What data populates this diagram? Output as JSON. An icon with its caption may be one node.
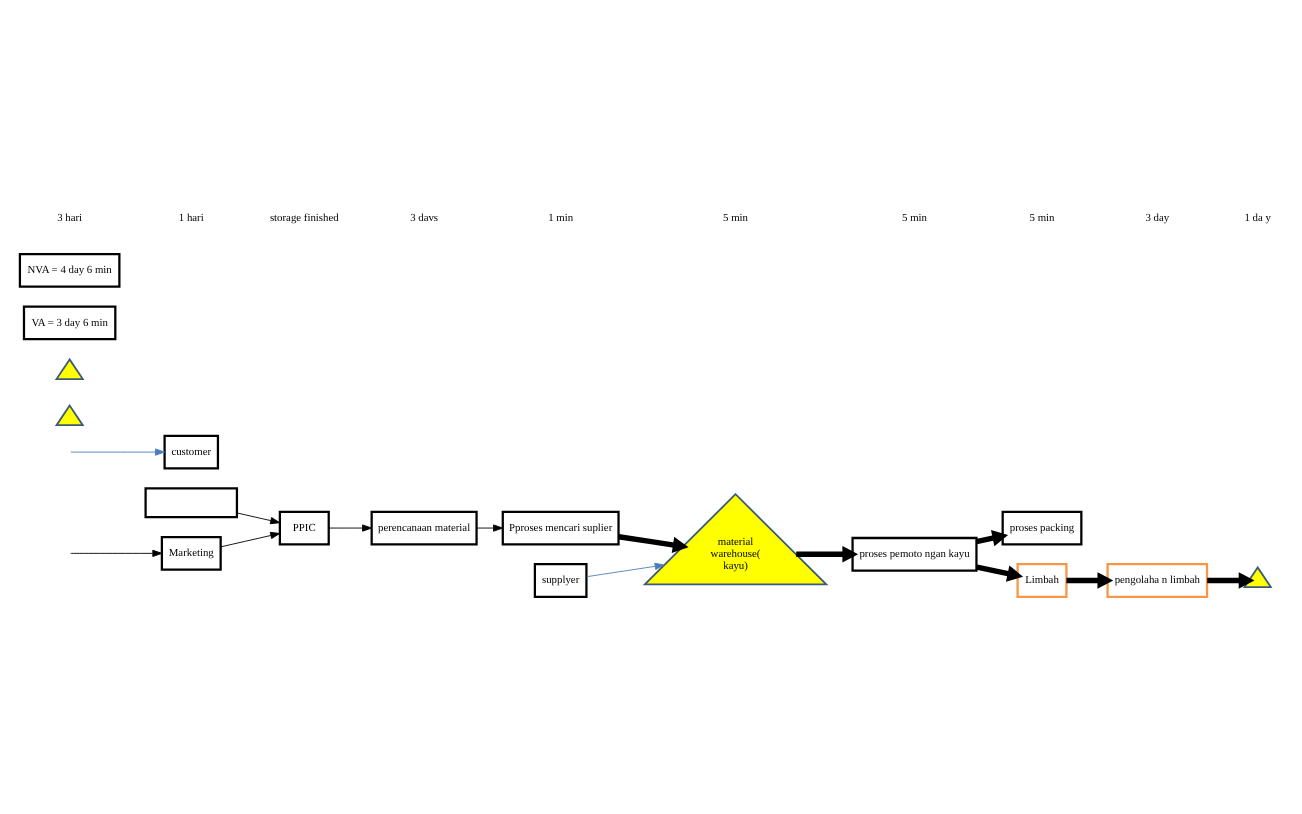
{
  "diagram": {
    "nodes": [
      {
        "text": [],
        "shape": "box"
      },
      {
        "text": [
          "PPIC"
        ]
      },
      {
        "text": [
          "Marketing"
        ]
      },
      {
        "text": [
          "perencanaan material"
        ]
      },
      {
        "text": [
          "supplyer"
        ]
      },
      {
        "text": [
          "customer"
        ]
      },
      {
        "text": [
          "Pproses mencari suplier"
        ]
      },
      {
        "text": [
          "material warehouse( kayu)"
        ]
      },
      {
        "text": [
          "proses pemoto ngan kayu"
        ]
      },
      {
        "text": [],
        "shape": "triangle"
      },
      {
        "text": [
          "proses packing"
        ]
      },
      {
        "text": [
          "Limbah"
        ]
      },
      {
        "text": [],
        "shape": "triangle"
      },
      {
        "text": [
          "pengolaha n limbah"
        ]
      },
      {
        "text": [],
        "shape": "triangle"
      },
      {
        "text": [
          "VA = 3 day 6 min"
        ]
      },
      {
        "text": [
          "NVA = 4 day 6 min"
        ]
      }
    ],
    "edges": [
      {
        "from": 0,
        "to": 1,
        "arrow": "to"
      },
      {
        "from": 1,
        "to": 3,
        "arrow": "to"
      },
      {
        "from": 2,
        "to": 1,
        "arrow": "to"
      },
      {
        "from": null,
        "to": 2,
        "arrow": "to"
      },
      {
        "from": 3,
        "to": 6,
        "arrow": "to"
      },
      {
        "from": 4,
        "to": 7,
        "arrow": "to",
        "color": "#4a7ebb"
      },
      {
        "from": 6,
        "to": 7,
        "arrow": "to",
        "style": "thick"
      },
      {
        "from": 7,
        "to": 8,
        "arrow": "to",
        "style": "thick"
      },
      {
        "from": 8,
        "to": 10,
        "arrow": "to",
        "style": "thick"
      },
      {
        "from": 8,
        "to": 11,
        "arrow": "to",
        "style": "thick"
      },
      {
        "from": 11,
        "to": 13,
        "arrow": "to",
        "style": "thick"
      },
      {
        "from": 13,
        "to": 14,
        "arrow": "to",
        "style": "thick"
      },
      {
        "from": null,
        "to": 5,
        "arrow": "to",
        "color": "#4a7ebb"
      }
    ],
    "labels": [
      "3 hari",
      "1 hari",
      "storage finished",
      "3 davs",
      "1 min",
      "5 min",
      "5 min",
      "5 min",
      "3 day",
      "1 da y"
    ]
  }
}
